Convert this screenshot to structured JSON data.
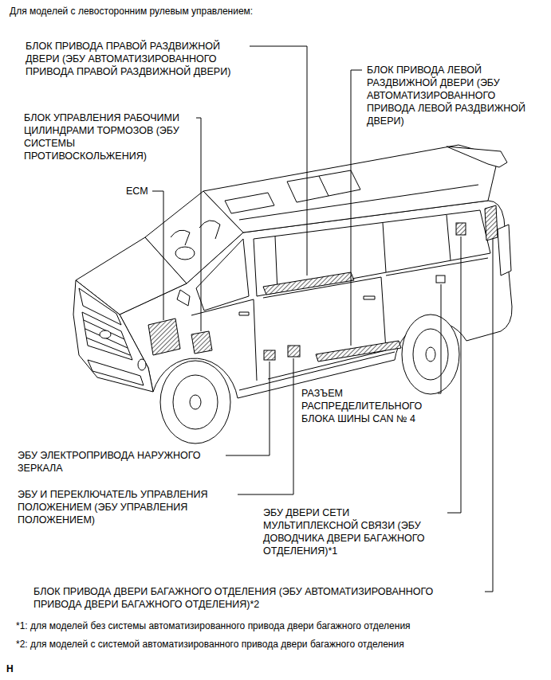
{
  "diagram": {
    "title": "Для моделей с левосторонним рулевым управлением:",
    "labels": [
      "БЛОК ПРИВОДА ПРАВОЙ РАЗДВИЖНОЙ ДВЕРИ (ЭБУ АВТОМАТИЗИРОВАННОГО ПРИВОДА ПРАВОЙ РАЗДВИЖНОЙ ДВЕРИ)",
      "БЛОК ПРИВОДА ЛЕВОЙ РАЗДВИЖНОЙ ДВЕРИ (ЭБУ АВТОМАТИЗИРОВАННОГО ПРИВОДА ЛЕВОЙ РАЗДВИЖНОЙ ДВЕРИ)",
      "БЛОК УПРАВЛЕНИЯ РАБОЧИМИ ЦИЛИНДРАМИ ТОРМОЗОВ (ЭБУ СИСТЕМЫ ПРОТИВОСКОЛЬЖЕНИЯ)",
      "ECM",
      "РАЗЪЕМ РАСПРЕДЕЛИТЕЛЬНОГО БЛОКА ШИНЫ CAN № 4",
      "ЭБУ ЭЛЕКТРОПРИВОДА НАРУЖНОГО ЗЕРКАЛА",
      "ЭБУ И ПЕРЕКЛЮЧАТЕЛЬ УПРАВЛЕНИЯ ПОЛОЖЕНИЕМ (ЭБУ УПРАВЛЕНИЯ ПОЛОЖЕНИЕМ)",
      "ЭБУ ДВЕРИ СЕТИ МУЛЬТИПЛЕКСНОЙ СВЯЗИ (ЭБУ ДОВОДЧИКА ДВЕРИ БАГАЖНОГО ОТДЕЛЕНИЯ)*1",
      "БЛОК ПРИВОДА ДВЕРИ БАГАЖНОГО ОТДЕЛЕНИЯ (ЭБУ АВТОМАТИЗИРОВАННОГО ПРИВОДА ДВЕРИ БАГАЖНОГО ОТДЕЛЕНИЯ)*2",
      "*1: для моделей без системы автоматизированного привода двери багажного отделения",
      "*2: для моделей с системой автоматизированного привода двери багажного отделения",
      "H"
    ]
  }
}
